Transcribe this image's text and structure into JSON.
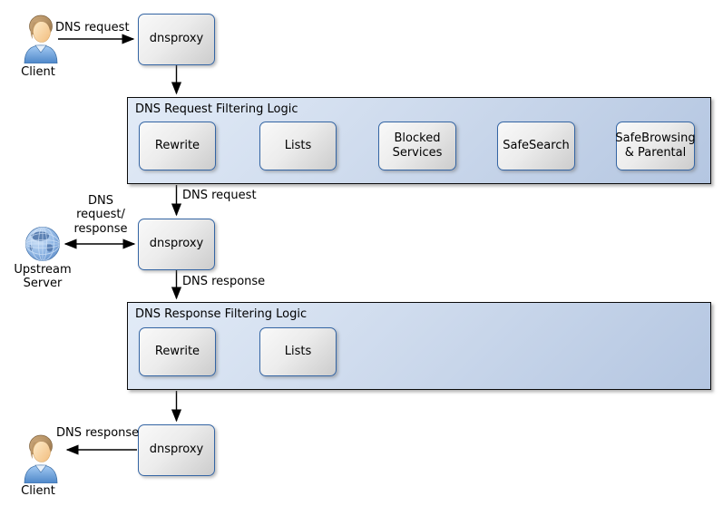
{
  "diagram": {
    "client_top": {
      "label": "Client"
    },
    "client_bottom": {
      "label": "Client"
    },
    "upstream": {
      "label": "Upstream Server"
    },
    "proxies": {
      "top": "dnsproxy",
      "middle": "dnsproxy",
      "bottom": "dnsproxy"
    },
    "containers": [
      {
        "title": "DNS Request Filtering Logic",
        "boxes": [
          "Rewrite",
          "Lists",
          "Blocked Services",
          "SafeSearch",
          "SafeBrowsing & Parental"
        ]
      },
      {
        "title": "DNS Response Filtering Logic",
        "boxes": [
          "Rewrite",
          "Lists"
        ]
      }
    ],
    "edge_labels": {
      "client_to_proxy": "DNS request",
      "request_filter_to_proxy": "DNS request",
      "proxy_to_upstream": "DNS request/ response",
      "proxy_to_response_filter": "DNS response",
      "proxy_to_client": "DNS response"
    },
    "colors": {
      "box_border": "#3465a4",
      "group_border": "#0b0b0b",
      "group_fill_light": "#e2ebf7",
      "group_fill_dark": "#b4c6e1",
      "node_fill_light": "#f9f9f9",
      "node_fill_dark": "#cccccc",
      "arrow": "#000000"
    }
  }
}
